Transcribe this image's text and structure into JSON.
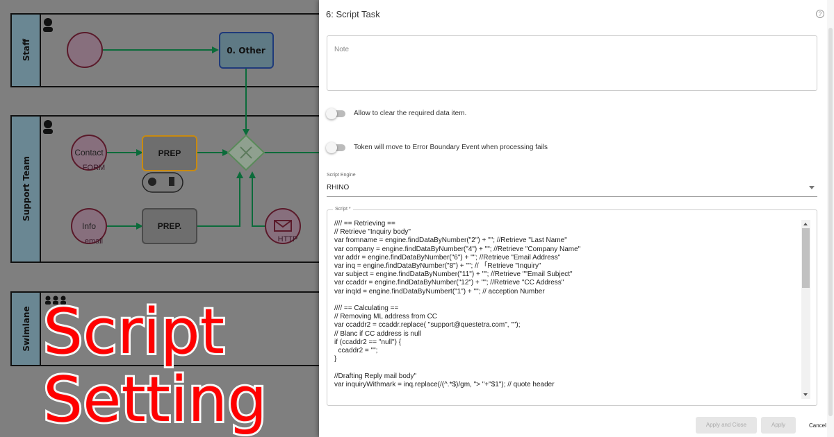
{
  "diagram": {
    "lanes": [
      "Staff",
      "Support Team",
      "Swimlane"
    ],
    "nodes": {
      "other": "0. Other",
      "prep1": "PREP",
      "prep2": "PREP.",
      "contact": "Contact",
      "form": "FORM",
      "info": "Info",
      "email": "email",
      "http": "HTTP"
    }
  },
  "panel": {
    "title": "6: Script Task",
    "help_icon": "?",
    "note_placeholder": "Note",
    "toggle1": "Allow to clear the required data item.",
    "toggle2": "Token will move to Error Boundary Event when processing fails",
    "engine_label": "Script Engine",
    "engine_value": "RHINO",
    "script_label": "Script *",
    "script": "//// == Retrieving ==\n// Retrieve \"Inquiry body\"\nvar fromname = engine.findDataByNumber(\"2\") + \"\"; //Retrieve \"Last Name\"\nvar company = engine.findDataByNumber(\"4\") + \"\"; //Retrieve \"Company Name\"\nvar addr = engine.findDataByNumber(\"6\") + \"\"; //Retrieve \"Email Address\"\nvar inq = engine.findDataByNumber(\"8\") + \"\"; // 「Retrieve \"Inquiry\"\nvar subject = engine.findDataByNumber(\"11\") + \"\"; //Retrieve \"\"Email Subject\"\nvar ccaddr = engine.findDataByNumber(\"12\") + \"\"; //Retrieve \"CC Address\"\nvar inqId = engine.findDataByNumbert(\"1\") + \"\"; // acception Number\n\n//// == Calculating ==\n// Removing ML address from CC\nvar ccaddr2 = ccaddr.replace( \"support@questetra.com\", \"\");\n// Blanc if CC address is null\nif (ccaddr2 == \"null\") {\n  ccaddr2 = \"\";\n}\n\n//Drafting Reply mail body\"\nvar inquiryWithmark = inq.replace(/(^.*$)/gm, \"> \"+\"$1\"); // quote header",
    "buttons": {
      "apply_close": "Apply and Close",
      "apply": "Apply",
      "cancel": "Cancel"
    }
  },
  "overlay_title": "Script Setting"
}
